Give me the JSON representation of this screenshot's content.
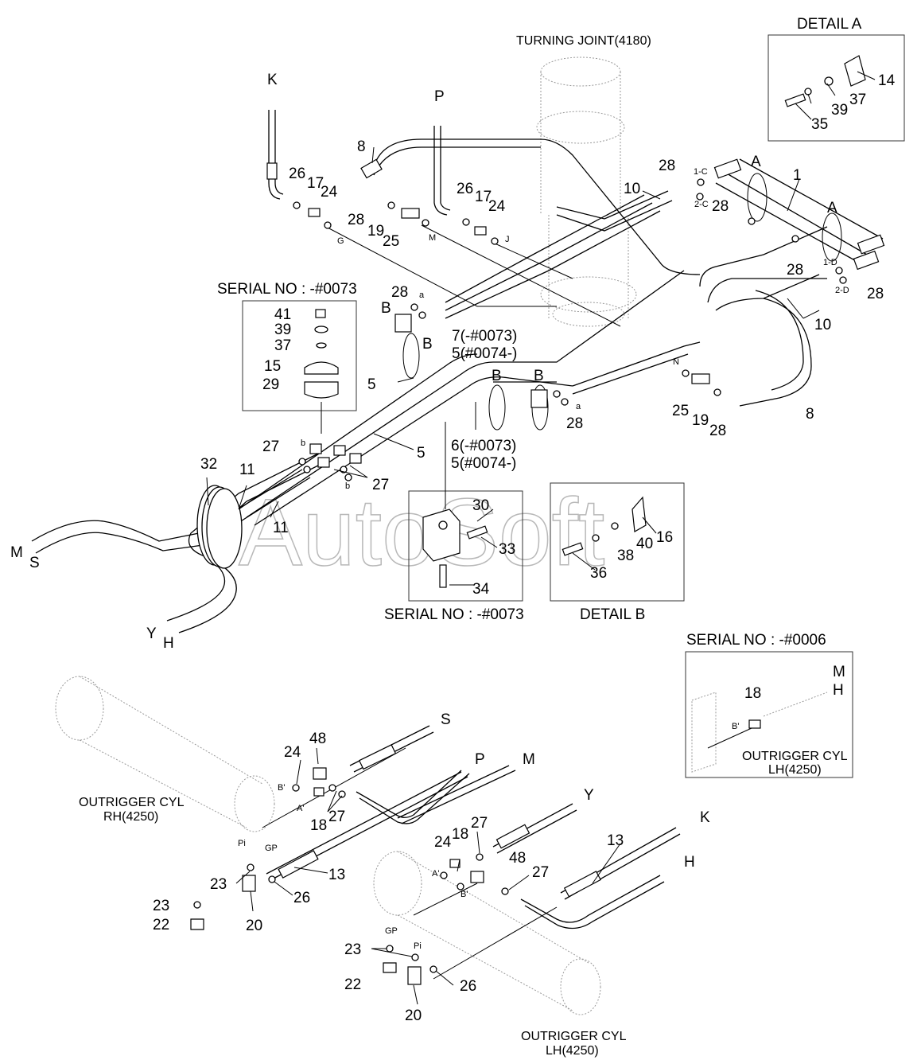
{
  "titles": {
    "turning_joint": "TURNING JOINT(4180)",
    "detail_a": "DETAIL A",
    "detail_b": "DETAIL B",
    "serial_0073_top": "SERIAL NO : -#0073",
    "serial_0073_bottom": "SERIAL NO : -#0073",
    "serial_0006": "SERIAL NO : -#0006",
    "outrigger_rh_1": "OUTRIGGER CYL",
    "outrigger_rh_2": "RH(4250)",
    "outrigger_lh_1": "OUTRIGGER CYL",
    "outrigger_lh_2": "LH(4250)",
    "outrigger_lh_inset_1": "OUTRIGGER CYL",
    "outrigger_lh_inset_2": "LH(4250)",
    "watermark": "AutoSoft"
  },
  "letters": {
    "K_top": "K",
    "P_top": "P",
    "A1": "A",
    "A2": "A",
    "B1": "B",
    "B2": "B",
    "B3": "B",
    "B4": "B",
    "M_left": "M",
    "S_left": "S",
    "Y_left": "Y",
    "H_left": "H",
    "S_bot": "S",
    "P_bot": "P",
    "M_bot": "M",
    "Y_bot": "Y",
    "K_bot": "K",
    "H_bot": "H",
    "M_inset": "M",
    "H_inset": "H"
  },
  "ports": {
    "G": "G",
    "M": "M",
    "J": "J",
    "N": "N",
    "a1": "a",
    "a2": "a",
    "b1": "b",
    "b2": "b",
    "p1C": "1-C",
    "p2C": "2-C",
    "p1D": "1-D",
    "p2D": "2-D",
    "Bp1": "B'",
    "Ap1": "A'",
    "Pi1": "Pi",
    "GP1": "GP",
    "Ap2": "A'",
    "Bp2": "B'",
    "GP2": "GP",
    "Pi2": "Pi",
    "Bp3": "B'"
  },
  "callouts": {
    "n14": "14",
    "n37a": "37",
    "n39a": "39",
    "n35": "35",
    "n8a": "8",
    "n26a": "26",
    "n17a": "17",
    "n24a": "24",
    "n28a": "28",
    "n19a": "19",
    "n25a": "25",
    "n26b": "26",
    "n17b": "17",
    "n24b": "24",
    "n28b": "28",
    "n10a": "10",
    "n1": "1",
    "n28c": "28",
    "n28d": "28",
    "n28e": "28",
    "n10b": "10",
    "n41": "41",
    "n39b": "39",
    "n37b": "37",
    "n15": "15",
    "n29": "29",
    "n28f": "28",
    "n7": "7(-#0073)",
    "n5a": "5(#0074-)",
    "n5b": "5",
    "n5c": "5",
    "n25b": "25",
    "n19b": "19",
    "n28g": "28",
    "n8b": "8",
    "n28h": "28",
    "n6": "6(-#0073)",
    "n5d": "5(#0074-)",
    "n27a": "27",
    "n27b": "27",
    "n32": "32",
    "n11a": "11",
    "n11b": "11",
    "n30": "30",
    "n33": "33",
    "n34": "34",
    "n16": "16",
    "n40": "40",
    "n38": "38",
    "n36": "36",
    "n18a": "18",
    "n24c": "24",
    "n48a": "48",
    "n18b": "18",
    "n27c": "27",
    "n23a": "23",
    "n23b": "23",
    "n22a": "22",
    "n20a": "20",
    "n26c": "26",
    "n13a": "13",
    "n27d": "27",
    "n24d": "24",
    "n18c": "18",
    "n48b": "48",
    "n27e": "27",
    "n13b": "13",
    "n23c": "23",
    "n22b": "22",
    "n20b": "20",
    "n26d": "26"
  }
}
